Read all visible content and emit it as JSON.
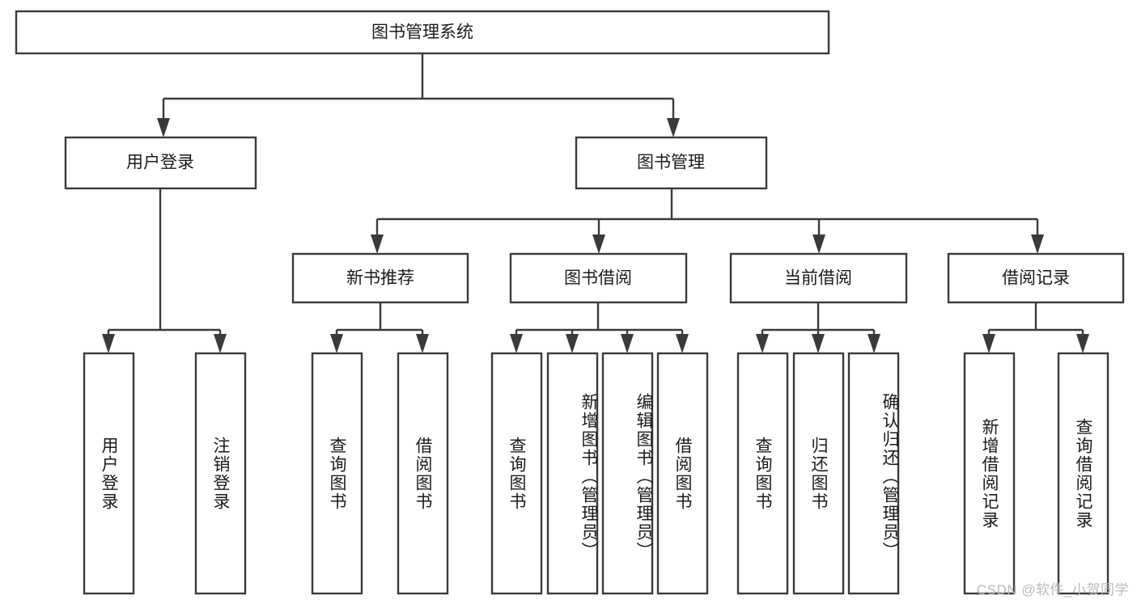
{
  "diagram": {
    "type": "tree-hierarchy",
    "title": "图书管理系统",
    "orientation": "top-down",
    "watermark": "CSDN @软件_小贺同学",
    "colors": {
      "box_stroke": "#3a3a3a",
      "box_fill": "#ffffff",
      "connector": "#3a3a3a",
      "text": "#1a1a1a",
      "background": "#ffffff",
      "watermark": "#b9b9b9"
    },
    "root": {
      "label": "图书管理系统"
    },
    "level2": [
      {
        "label": "用户登录"
      },
      {
        "label": "图书管理"
      }
    ],
    "level3": [
      {
        "label": "新书推荐"
      },
      {
        "label": "图书借阅"
      },
      {
        "label": "当前借阅"
      },
      {
        "label": "借阅记录"
      }
    ],
    "leaves": {
      "user_login": [
        {
          "label": "用户登录"
        },
        {
          "label": "注销登录"
        }
      ],
      "new_book_recommend": [
        {
          "label": "查询图书"
        },
        {
          "label": "借阅图书"
        }
      ],
      "book_borrow": [
        {
          "label": "查询图书"
        },
        {
          "label": "新增图书（管理员）"
        },
        {
          "label": "编辑图书（管理员）"
        },
        {
          "label": "借阅图书"
        }
      ],
      "current_borrow": [
        {
          "label": "查询图书"
        },
        {
          "label": "归还图书"
        },
        {
          "label": "确认归还（管理员）"
        }
      ],
      "borrow_record": [
        {
          "label": "新增借阅记录"
        },
        {
          "label": "查询借阅记录"
        }
      ]
    }
  }
}
